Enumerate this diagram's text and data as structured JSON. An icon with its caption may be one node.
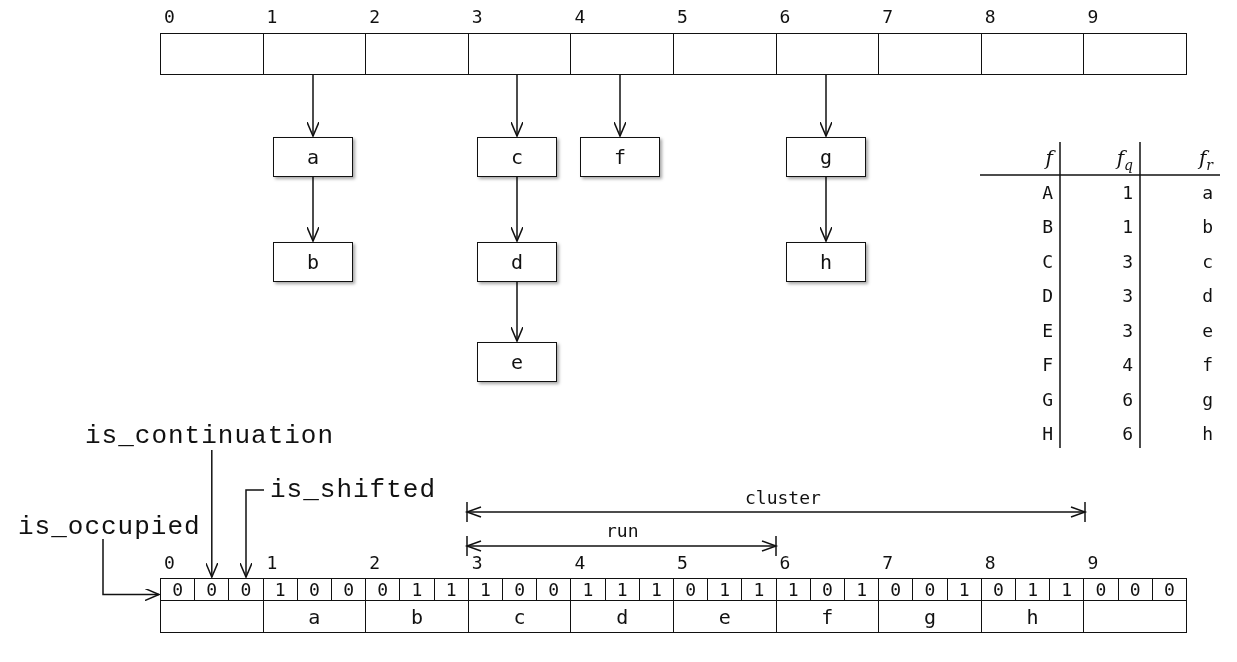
{
  "diagram": {
    "nodes": [
      {
        "text": [],
        "shape": "box"
      },
      {
        "text": [],
        "shape": "box"
      },
      {
        "text": [],
        "shape": "box"
      },
      {
        "text": [],
        "shape": "box"
      },
      {
        "text": [],
        "shape": "box"
      },
      {
        "text": [],
        "shape": "box"
      },
      {
        "text": [],
        "shape": "box"
      },
      {
        "text": [],
        "shape": "box"
      },
      {
        "text": [],
        "shape": "box"
      },
      {
        "text": [],
        "shape": "box"
      },
      {
        "text": [
          "a"
        ]
      },
      {
        "text": [
          "c"
        ]
      },
      {
        "text": [
          "f"
        ]
      },
      {
        "text": [
          "g"
        ]
      },
      {
        "text": [
          "b"
        ]
      },
      {
        "text": [
          "d"
        ]
      },
      {
        "text": [
          "h"
        ]
      },
      {
        "text": [
          "e"
        ]
      },
      {
        "text": [
          "is_continuation"
        ]
      },
      {
        "text": [
          "is_shifted"
        ]
      },
      {
        "text": [
          "is_occupied"
        ]
      },
      {
        "text": [
          "0"
        ]
      },
      {
        "text": [
          "0"
        ]
      },
      {
        "text": [
          "0"
        ]
      },
      {
        "text": [
          "1"
        ]
      },
      {
        "text": [
          "0"
        ]
      },
      {
        "text": [
          "0"
        ]
      },
      {
        "text": [
          "0"
        ]
      },
      {
        "text": [
          "1"
        ]
      },
      {
        "text": [
          "1"
        ]
      },
      {
        "text": [
          "1"
        ]
      },
      {
        "text": [
          "0"
        ]
      },
      {
        "text": [
          "0"
        ]
      },
      {
        "text": [
          "1"
        ]
      },
      {
        "text": [
          "1"
        ]
      },
      {
        "text": [
          "1"
        ]
      },
      {
        "text": [
          "0"
        ]
      },
      {
        "text": [
          "1"
        ]
      },
      {
        "text": [
          "1"
        ]
      },
      {
        "text": [
          "1"
        ]
      },
      {
        "text": [
          "0"
        ]
      },
      {
        "text": [
          "1"
        ]
      },
      {
        "text": [
          "0"
        ]
      },
      {
        "text": [
          "0"
        ]
      },
      {
        "text": [
          "1"
        ]
      },
      {
        "text": [
          "0"
        ]
      },
      {
        "text": [
          "1"
        ]
      },
      {
        "text": [
          "1"
        ]
      },
      {
        "text": [
          "0"
        ]
      },
      {
        "text": [
          "0"
        ]
      },
      {
        "text": [
          "0"
        ]
      },
      {
        "text": [],
        "shape": "box"
      },
      {
        "text": [
          "a"
        ]
      },
      {
        "text": [
          "b"
        ]
      },
      {
        "text": [
          "c"
        ]
      },
      {
        "text": [
          "d"
        ]
      },
      {
        "text": [
          "e"
        ]
      },
      {
        "text": [
          "f"
        ]
      },
      {
        "text": [
          "g"
        ]
      },
      {
        "text": [
          "h"
        ]
      },
      {
        "text": [],
        "shape": "box"
      }
    ],
    "edges": [
      {
        "from": 1,
        "to": 10,
        "arrow": "to"
      },
      {
        "from": 3,
        "to": 11,
        "arrow": "to"
      },
      {
        "from": 4,
        "to": 12,
        "arrow": "to"
      },
      {
        "from": 6,
        "to": 13,
        "arrow": "to"
      },
      {
        "from": 10,
        "to": 14,
        "arrow": "to"
      },
      {
        "from": 11,
        "to": 15,
        "arrow": "to"
      },
      {
        "from": 13,
        "to": 16,
        "arrow": "to"
      },
      {
        "from": 15,
        "to": 17,
        "arrow": "to"
      },
      {
        "from": 18,
        "to": 22,
        "arrow": "to"
      },
      {
        "from": 19,
        "to": 23,
        "arrow": "to"
      },
      {
        "from": 20,
        "to": 21,
        "arrow": "to"
      }
    ],
    "labels": [
      "0",
      "1",
      "2",
      "3",
      "4",
      "5",
      "6",
      "7",
      "8",
      "9",
      "f",
      "f$_{q}$",
      "f$_{r}$",
      "A",
      "1",
      "a",
      "B",
      "1",
      "b",
      "C",
      "3",
      "c",
      "D",
      "3",
      "d",
      "E",
      "3",
      "e",
      "F",
      "4",
      "f",
      "G",
      "6",
      "g",
      "H",
      "6",
      "h",
      "cluster",
      "run",
      "0",
      "1",
      "2",
      "3",
      "4",
      "5",
      "6",
      "7",
      "8",
      "9"
    ]
  }
}
